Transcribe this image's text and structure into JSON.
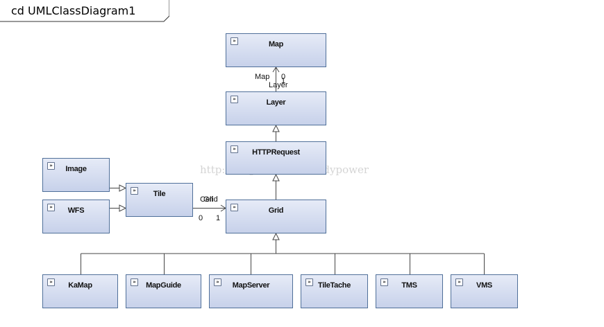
{
  "diagram": {
    "frame_title": "cd UMLClassDiagram1",
    "watermark": "http://blog.csdn.net/studypower",
    "classes": {
      "map": "Map",
      "layer": "Layer",
      "httprequest": "HTTPRequest",
      "grid": "Grid",
      "tile": "Tile",
      "image": "Image",
      "wfs": "WFS",
      "kamap": "KaMap",
      "mapguide": "MapGuide",
      "mapserver": "MapServer",
      "tiletache": "TileTache",
      "tms": "TMS",
      "vms": "VMS"
    },
    "association_map_layer": {
      "role_map": "Map",
      "mult_map": "0",
      "role_layer": "Layer",
      "mult_layer": "1"
    },
    "association_tile_grid": {
      "role_cell": "Cell",
      "role_grid": "Grid",
      "mult_tile": "0",
      "mult_grid": "1"
    },
    "toggle_glyph": "»"
  }
}
